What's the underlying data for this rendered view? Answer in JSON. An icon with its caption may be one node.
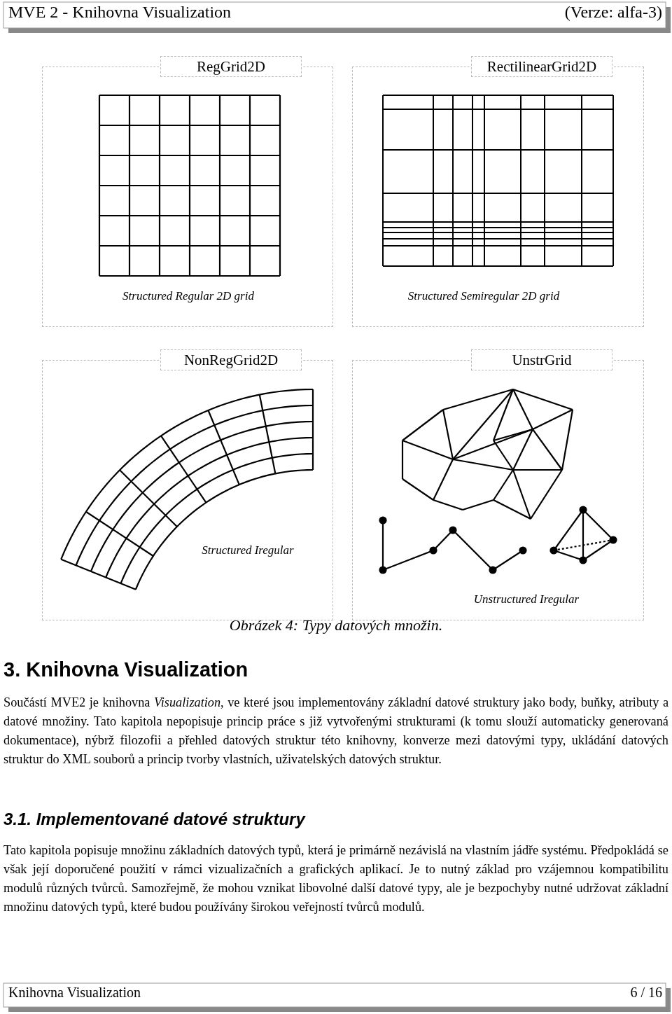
{
  "diagram": {
    "caption": "Obrázek 4: Typy datových množin.",
    "nodes": [
      {
        "text": [
          "RegGrid2D",
          "Structured Regular 2D grid"
        ]
      },
      {
        "text": [
          "RectilinearGrid2D",
          "Structured Semiregular 2D grid"
        ]
      },
      {
        "text": [
          "NonRegGrid2D",
          "Structured Iregular"
        ]
      },
      {
        "text": [
          "UnstrGrid",
          "Unstructured Iregular"
        ]
      }
    ],
    "labels": [
      "MVE 2 - Knihovna Visualization",
      "(Verze: alfa-3)",
      "3. Knihovna Visualization",
      "Součástí MVE2 je knihovna *Visualization*, ve které jsou implementovány základní datové struktury jako body, buňky, atributy a datové množiny. Tato kapitola nepopisuje princip práce s již vytvořenými strukturami (k tomu slouží automaticky generovaná dokumentace), nýbrž filozofii a přehled datových struktur této knihovny, konverze mezi datovými typy, ukládání datových struktur do XML souborů a princip tvorby vlastních, uživatelských datových struktur.",
      "3.1. Implementované datové struktury",
      "Tato kapitola popisuje množinu základních datových typů, která je primárně nezávislá na vlastním jádře systému. Předpokládá se však její doporučené použití v rámci vizualizačních a grafických aplikací. Je to nutný základ pro vzájemnou kompatibilitu modulů různých tvůrců. Samozřejmě, že mohou vznikat libovolné další datové typy, ale je bezpochyby nutné udržovat základní množinu datových typů, které budou používány širokou veřejností tvůrců modulů.",
      "Knihovna Visualization",
      "6 / 16"
    ]
  }
}
